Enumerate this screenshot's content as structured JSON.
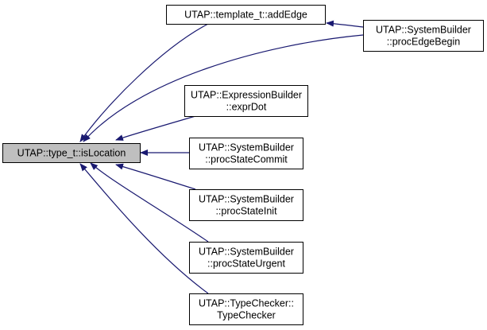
{
  "colors": {
    "edge": "#191970",
    "focus_fill": "#bfbfbf",
    "node_fill": "#ffffff",
    "border": "#000000"
  },
  "nodes": [
    {
      "id": "isLocation",
      "lines": [
        "UTAP::type_t::isLocation"
      ],
      "focus": true,
      "clickable": false
    },
    {
      "id": "addEdge",
      "lines": [
        "UTAP::template_t::addEdge"
      ],
      "focus": false,
      "clickable": true
    },
    {
      "id": "procEdgeBegin",
      "lines": [
        "UTAP::SystemBuilder",
        "::procEdgeBegin"
      ],
      "focus": false,
      "clickable": true
    },
    {
      "id": "exprDot",
      "lines": [
        "UTAP::ExpressionBuilder",
        "::exprDot"
      ],
      "focus": false,
      "clickable": true
    },
    {
      "id": "procStateCommit",
      "lines": [
        "UTAP::SystemBuilder",
        "::procStateCommit"
      ],
      "focus": false,
      "clickable": true
    },
    {
      "id": "procStateInit",
      "lines": [
        "UTAP::SystemBuilder",
        "::procStateInit"
      ],
      "focus": false,
      "clickable": true
    },
    {
      "id": "procStateUrgent",
      "lines": [
        "UTAP::SystemBuilder",
        "::procStateUrgent"
      ],
      "focus": false,
      "clickable": true
    },
    {
      "id": "TypeChecker",
      "lines": [
        "UTAP::TypeChecker::",
        "TypeChecker"
      ],
      "focus": false,
      "clickable": true
    }
  ],
  "edges": [
    {
      "from": "addEdge",
      "to": "isLocation"
    },
    {
      "from": "procEdgeBegin",
      "to": "isLocation"
    },
    {
      "from": "procEdgeBegin",
      "to": "addEdge"
    },
    {
      "from": "exprDot",
      "to": "isLocation"
    },
    {
      "from": "procStateCommit",
      "to": "isLocation"
    },
    {
      "from": "procStateInit",
      "to": "isLocation"
    },
    {
      "from": "procStateUrgent",
      "to": "isLocation"
    },
    {
      "from": "TypeChecker",
      "to": "isLocation"
    }
  ]
}
